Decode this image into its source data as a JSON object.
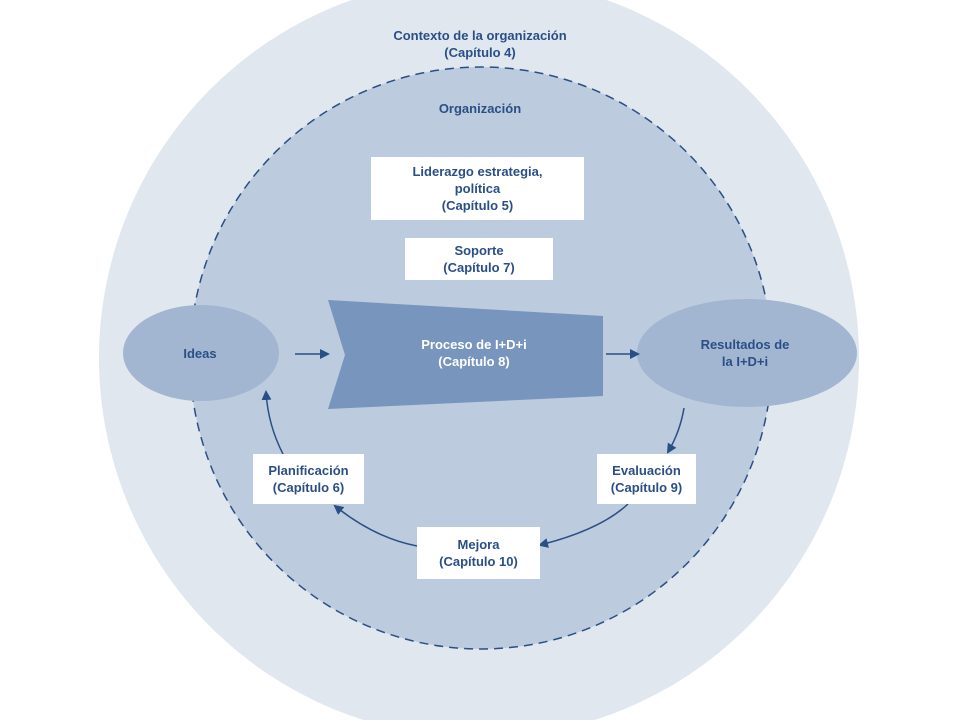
{
  "outer_label": {
    "line1": "Contexto de la organización",
    "line2": "(Capítulo 4)"
  },
  "inner_label": "Organización",
  "leadership": {
    "line1": "Liderazgo estrategia,",
    "line2": "política",
    "line3": "(Capítulo 5)"
  },
  "support": {
    "line1": "Soporte",
    "line2": "(Capítulo 7)"
  },
  "process": {
    "line1": "Proceso de I+D+i",
    "line2": "(Capítulo 8)"
  },
  "ideas": "Ideas",
  "results": {
    "line1": "Resultados de",
    "line2": "la I+D+i"
  },
  "planning": {
    "line1": "Planificación",
    "line2": "(Capítulo 6)"
  },
  "evaluation": {
    "line1": "Evaluación",
    "line2": "(Capítulo 9)"
  },
  "improvement": {
    "line1": "Mejora",
    "line2": "(Capítulo 10)"
  },
  "colors": {
    "outer_circle": "#e1e7ef",
    "inner_circle": "#bccbdd",
    "ellipse": "#a2b6d1",
    "process_shape": "#7895bd",
    "text": "#2a4f86",
    "arrow": "#2a4f86"
  }
}
